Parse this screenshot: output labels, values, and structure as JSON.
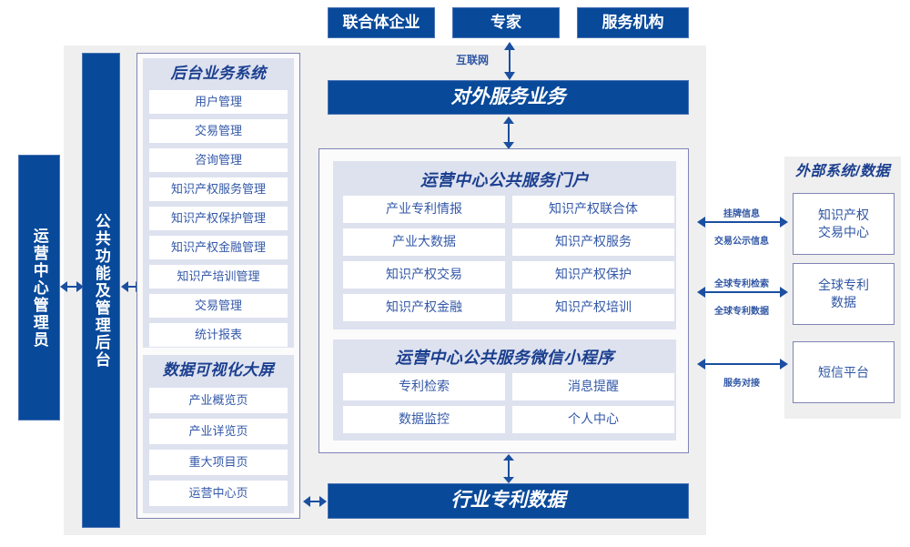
{
  "diagram": {
    "title_top_actors": [
      {
        "label": "联合体企业"
      },
      {
        "label": "专家"
      },
      {
        "label": "服务机构"
      }
    ],
    "internet_label": "互联网",
    "external_service_bar": "对外服务业务",
    "industry_patent_data_bar": "行业专利数据",
    "left_roles": [
      {
        "label": "运营中心管理员"
      },
      {
        "label": "公共功能及管理后台"
      }
    ],
    "backend_panel": {
      "title": "后台业务系统",
      "items": [
        "用户管理",
        "交易管理",
        "咨询管理",
        "知识产权服务管理",
        "知识产权保护管理",
        "知识产权金融管理",
        "知识产培训管理",
        "交易管理",
        "统计报表"
      ]
    },
    "visual_panel": {
      "title": "数据可视化大屏",
      "items": [
        "产业概览页",
        "产业详览页",
        "重大项目页",
        "运营中心页"
      ]
    },
    "portal_panel": {
      "title": "运营中心公共服务门户",
      "items": [
        "产业专利情报",
        "知识产权联合体",
        "产业大数据",
        "知识产权服务",
        "知识产权交易",
        "知识产权保护",
        "知识产权金融",
        "知识产权培训"
      ]
    },
    "miniprogram_panel": {
      "title": "运营中心公共服务微信小程序",
      "items": [
        "专利检索",
        "消息提醒",
        "数据监控",
        "个人中心"
      ]
    },
    "external_panel": {
      "title": "外部系统/数据",
      "items": [
        {
          "label": "知识产权\n交易中心",
          "line1": "知识产权",
          "line2": "交易中心"
        },
        {
          "label": "全球专利\n数据",
          "line1": "全球专利",
          "line2": "数据"
        },
        {
          "label": "短信平台",
          "line1": "短信平台",
          "line2": ""
        }
      ]
    },
    "connector_labels": [
      {
        "name": "listing-info",
        "above": "挂牌信息",
        "below": "交易公示信息"
      },
      {
        "name": "global-patent",
        "above": "全球专利检索",
        "below": "全球专利数据"
      },
      {
        "name": "service-docking",
        "above": "",
        "below": "服务对接"
      }
    ],
    "colors": {
      "brand_blue": "#08499a",
      "panel_border": "#7f84b3",
      "lavender": "#dee2ef",
      "gray_bg": "#efefef",
      "text_blue": "#3358a8",
      "arrow_blue": "#1b4fa0"
    }
  }
}
